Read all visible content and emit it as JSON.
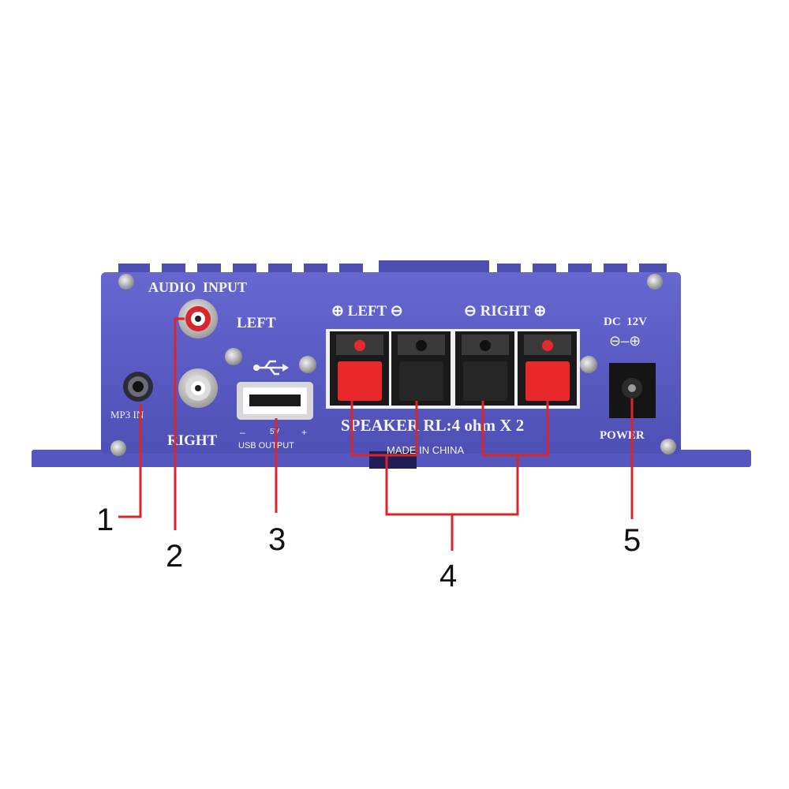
{
  "panel": {
    "audio_input_label": "AUDIO  INPUT",
    "left_label": "LEFT",
    "right_label": "RIGHT",
    "mp3_in_label": "MP3 IN",
    "usb_minus": "–",
    "usb_5v": "5V",
    "usb_plus": "+",
    "usb_output_label": "USB OUTPUT",
    "speaker_left_label": "⊕ LEFT ⊖",
    "speaker_right_label": "⊖ RIGHT ⊕",
    "speaker_spec_label": "SPEAKER RL:4 ohm X 2",
    "made_in_label": "MADE IN CHINA",
    "dc_label": "DC  12V",
    "polarity_symbol": "⊖–⊕",
    "power_label": "POWER"
  },
  "callouts": {
    "c1": "1",
    "c2": "2",
    "c3": "3",
    "c4": "4",
    "c5": "5"
  },
  "colors": {
    "panel": "#5b5cc4",
    "panel_dark": "#3f3f9e",
    "leader": "#d9262b",
    "terminal_red": "#e8282a",
    "terminal_black": "#1d1d1d"
  }
}
